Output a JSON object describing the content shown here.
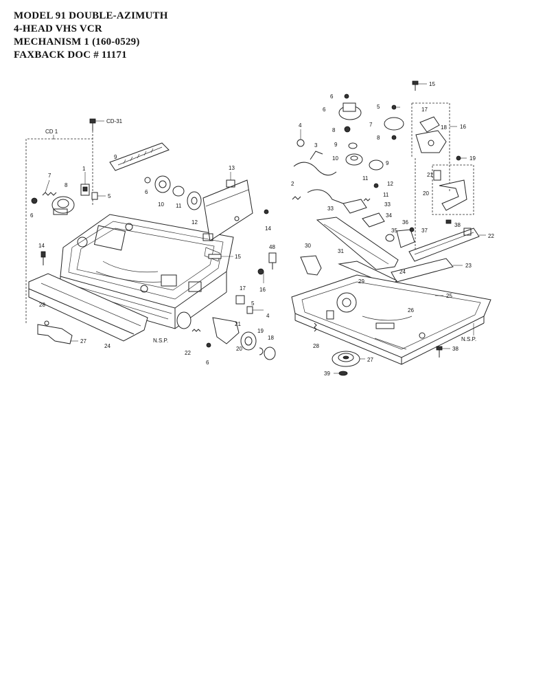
{
  "header": {
    "lines": [
      "MODEL 91 DOUBLE-AZIMUTH",
      "4-HEAD VHS VCR",
      "MECHANISM 1  (160-0529)",
      "FAXBACK DOC # 11171"
    ]
  },
  "left_labels": [
    {
      "text": "CD-31"
    },
    {
      "text": "CD 1"
    },
    {
      "text": "9"
    },
    {
      "text": "7"
    },
    {
      "text": "1"
    },
    {
      "text": "8"
    },
    {
      "text": "5"
    },
    {
      "text": "6"
    },
    {
      "text": "13"
    },
    {
      "text": "6"
    },
    {
      "text": "10"
    },
    {
      "text": "11"
    },
    {
      "text": "12"
    },
    {
      "text": "14"
    },
    {
      "text": "14"
    },
    {
      "text": "15"
    },
    {
      "text": "16"
    },
    {
      "text": "17"
    },
    {
      "text": "5"
    },
    {
      "text": "4"
    },
    {
      "text": "28"
    },
    {
      "text": "27"
    },
    {
      "text": "24"
    },
    {
      "text": "N.S.P."
    },
    {
      "text": "22"
    },
    {
      "text": "6"
    },
    {
      "text": "21"
    },
    {
      "text": "20"
    },
    {
      "text": "19"
    },
    {
      "text": "18"
    }
  ],
  "right_labels": [
    {
      "text": "15"
    },
    {
      "text": "6"
    },
    {
      "text": "5"
    },
    {
      "text": "17"
    },
    {
      "text": "6"
    },
    {
      "text": "7"
    },
    {
      "text": "18"
    },
    {
      "text": "16"
    },
    {
      "text": "4"
    },
    {
      "text": "8"
    },
    {
      "text": "8"
    },
    {
      "text": "3"
    },
    {
      "text": "9"
    },
    {
      "text": "10"
    },
    {
      "text": "9"
    },
    {
      "text": "19"
    },
    {
      "text": "21"
    },
    {
      "text": "12"
    },
    {
      "text": "2"
    },
    {
      "text": "11"
    },
    {
      "text": "11"
    },
    {
      "text": "20"
    },
    {
      "text": "33"
    },
    {
      "text": "33"
    },
    {
      "text": "34"
    },
    {
      "text": "35"
    },
    {
      "text": "36"
    },
    {
      "text": "37"
    },
    {
      "text": "38"
    },
    {
      "text": "22"
    },
    {
      "text": "48"
    },
    {
      "text": "30"
    },
    {
      "text": "31"
    },
    {
      "text": "23"
    },
    {
      "text": "24"
    },
    {
      "text": "29"
    },
    {
      "text": "25"
    },
    {
      "text": "26"
    },
    {
      "text": "28"
    },
    {
      "text": "N.S.P."
    },
    {
      "text": "38"
    },
    {
      "text": "27"
    },
    {
      "text": "39"
    }
  ]
}
